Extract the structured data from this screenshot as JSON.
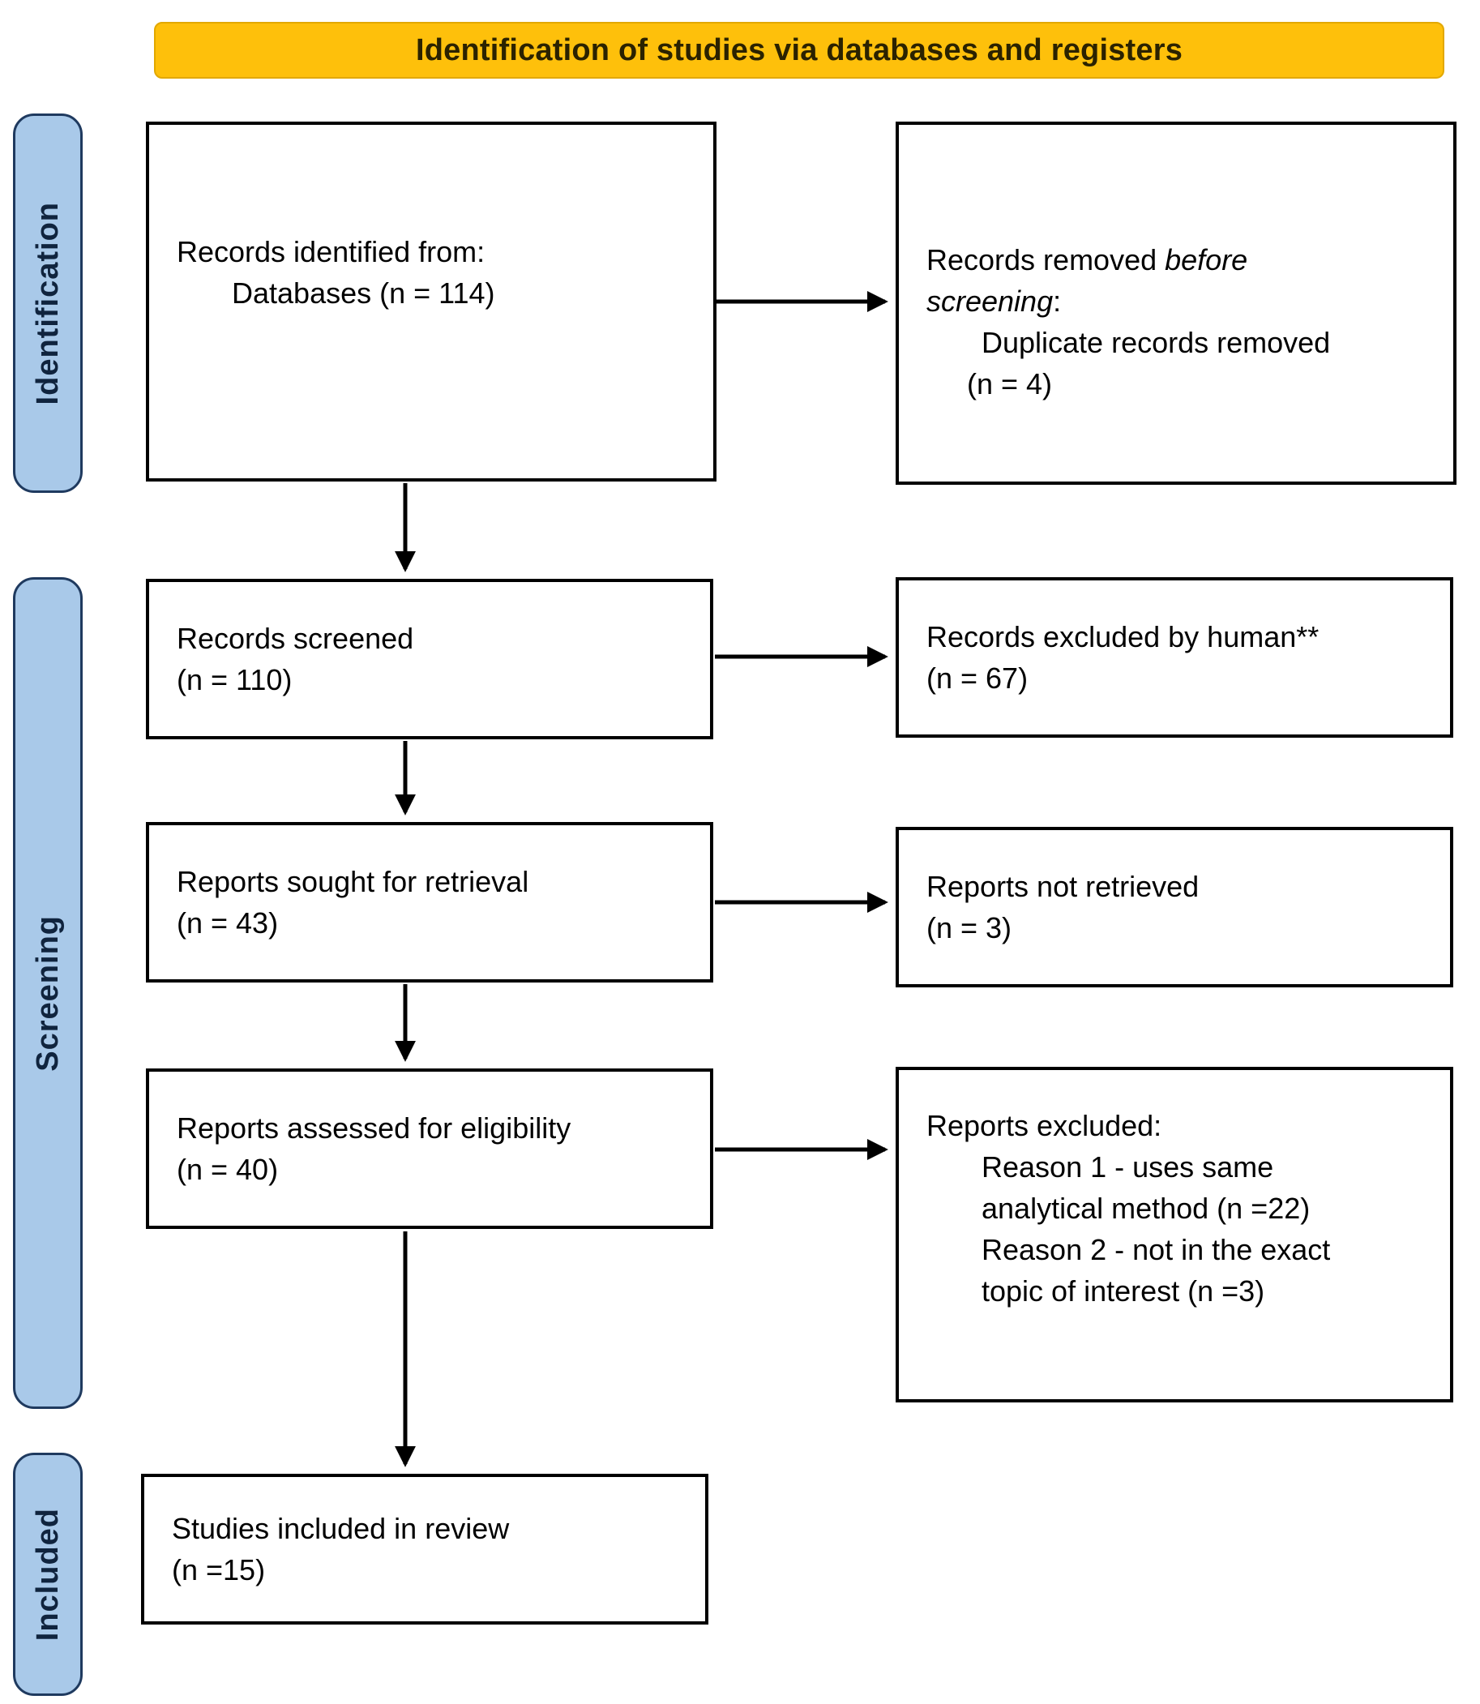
{
  "banner": {
    "title": "Identification of studies via databases and registers"
  },
  "sidebar": {
    "identification": "Identification",
    "screening": "Screening",
    "included": "Included"
  },
  "boxes": {
    "records_identified": {
      "line1": "Records identified from:",
      "line2": "Databases (n = 114)"
    },
    "records_removed": {
      "line1_regular": "Records removed ",
      "line1_italic": "before",
      "line2_italic": "screening",
      "line2_regular": ":",
      "line3": "Duplicate records removed",
      "line4": "(n = 4)"
    },
    "records_screened": {
      "line1": "Records screened",
      "line2": "(n = 110)"
    },
    "records_excluded": {
      "line1": "Records excluded by human**",
      "line2": "(n = 67)"
    },
    "reports_sought": {
      "line1": "Reports sought for retrieval",
      "line2": "(n = 43)"
    },
    "reports_not_retrieved": {
      "line1": "Reports not retrieved",
      "line2": "(n = 3)"
    },
    "reports_assessed": {
      "line1": "Reports assessed for eligibility",
      "line2": "(n = 40)"
    },
    "reports_excluded": {
      "line1": "Reports excluded:",
      "line2": "Reason 1 - uses same",
      "line3": "analytical method (n =22)",
      "line4": "Reason 2 - not in the exact",
      "line5": "topic of interest (n =3)"
    },
    "studies_included": {
      "line1": "Studies included in review",
      "line2": "(n =15)"
    }
  },
  "colors": {
    "banner_bg": "#FEC00B",
    "stage_bg": "#A9C9E9",
    "stage_border": "#1F3A5F",
    "box_border": "#000000"
  }
}
